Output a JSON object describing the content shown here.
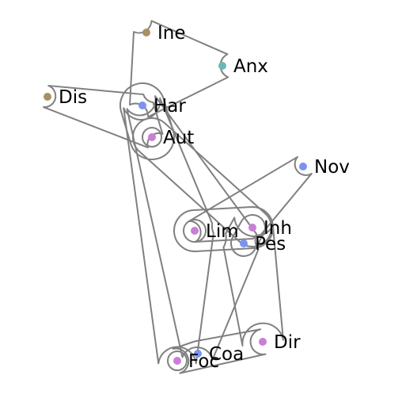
{
  "diagram": {
    "node_colors": {
      "olive": "#a89160",
      "teal": "#6cb8b8",
      "blue": "#7b93f0",
      "purple": "#c97fd6",
      "hull_stroke": "#808080"
    },
    "nodes": [
      {
        "id": "ine",
        "label": "Ine",
        "color": "olive"
      },
      {
        "id": "anx",
        "label": "Anx",
        "color": "teal"
      },
      {
        "id": "dis",
        "label": "Dis",
        "color": "olive"
      },
      {
        "id": "har",
        "label": "Har",
        "color": "blue"
      },
      {
        "id": "aut",
        "label": "Aut",
        "color": "purple"
      },
      {
        "id": "nov",
        "label": "Nov",
        "color": "blue"
      },
      {
        "id": "inh",
        "label": "Inh",
        "color": "purple"
      },
      {
        "id": "lim",
        "label": "Lim",
        "color": "purple"
      },
      {
        "id": "pes",
        "label": "Pes",
        "color": "blue"
      },
      {
        "id": "dir",
        "label": "Dir",
        "color": "purple"
      },
      {
        "id": "coa",
        "label": "Coa",
        "color": "blue"
      },
      {
        "id": "foc",
        "label": "Foc",
        "color": "purple"
      }
    ],
    "sets": [
      [
        "ine",
        "anx",
        "har"
      ],
      [
        "dis",
        "har",
        "aut"
      ],
      [
        "har",
        "aut"
      ],
      [
        "aut"
      ],
      [
        "har",
        "lim",
        "foc"
      ],
      [
        "har",
        "pes",
        "coa"
      ],
      [
        "aut",
        "inh"
      ],
      [
        "nov",
        "lim",
        "inh"
      ],
      [
        "lim",
        "inh"
      ],
      [
        "lim"
      ],
      [
        "inh",
        "pes"
      ],
      [
        "inh",
        "pes",
        "dir"
      ],
      [
        "foc",
        "coa",
        "dir"
      ],
      [
        "foc"
      ]
    ]
  }
}
